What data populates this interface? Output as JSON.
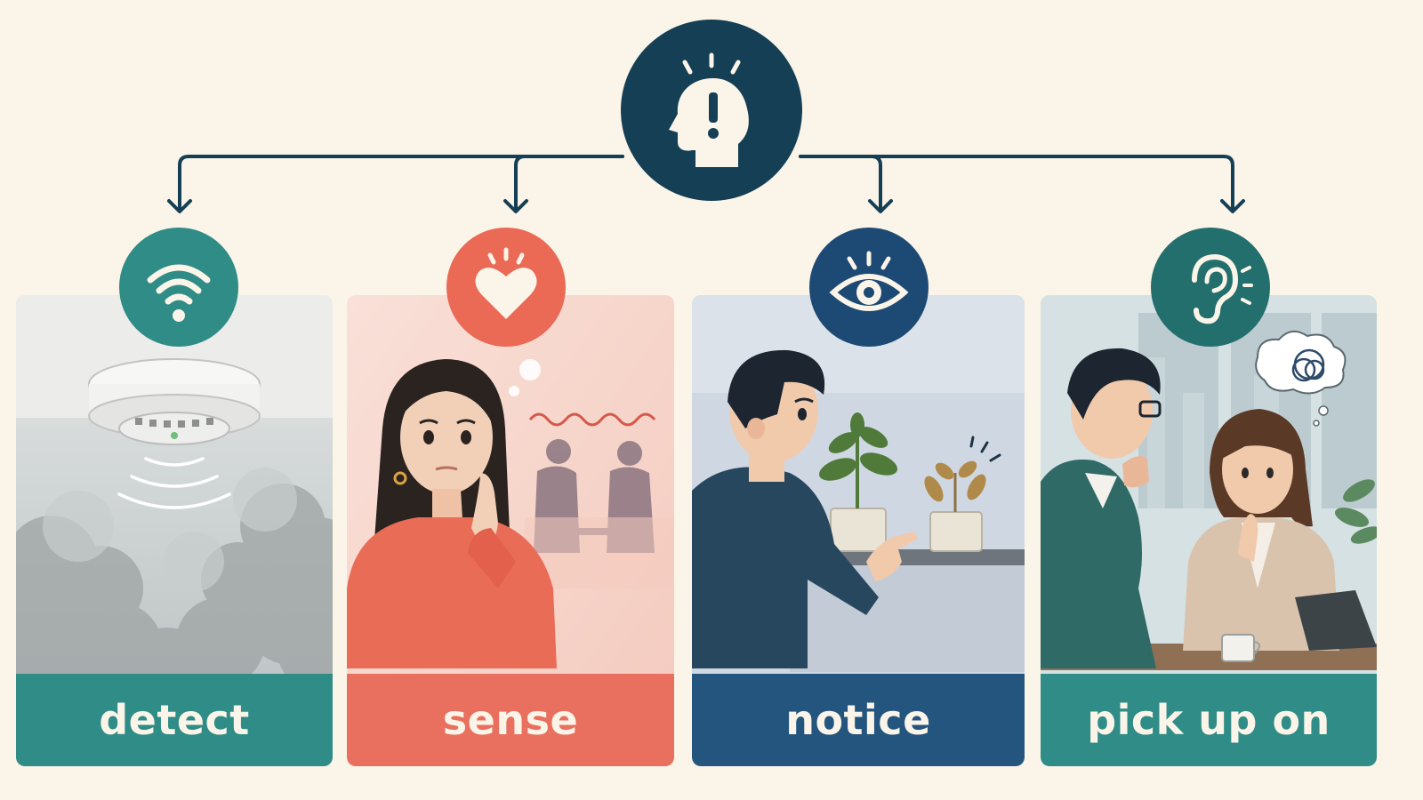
{
  "hub": {
    "icon": "head-exclamation-icon",
    "color": "#143f55"
  },
  "cards": [
    {
      "id": "detect",
      "label": "detect",
      "icon": "wifi-signal-icon",
      "accent": "#2f8c86",
      "badge_color": "#2f8c86",
      "scene": "smoke-detector-scene"
    },
    {
      "id": "sense",
      "label": "sense",
      "icon": "heart-icon",
      "accent": "#e9705e",
      "badge_color": "#ea6a56",
      "scene": "woman-sensing-tension-scene"
    },
    {
      "id": "notice",
      "label": "notice",
      "icon": "eye-icon",
      "accent": "#24557e",
      "badge_color": "#1d4a74",
      "scene": "man-noticing-plant-scene"
    },
    {
      "id": "pick-up-on",
      "label": "pick up on",
      "icon": "ear-icon",
      "accent": "#2f8c86",
      "badge_color": "#236f6d",
      "scene": "meeting-confusion-scene"
    }
  ]
}
